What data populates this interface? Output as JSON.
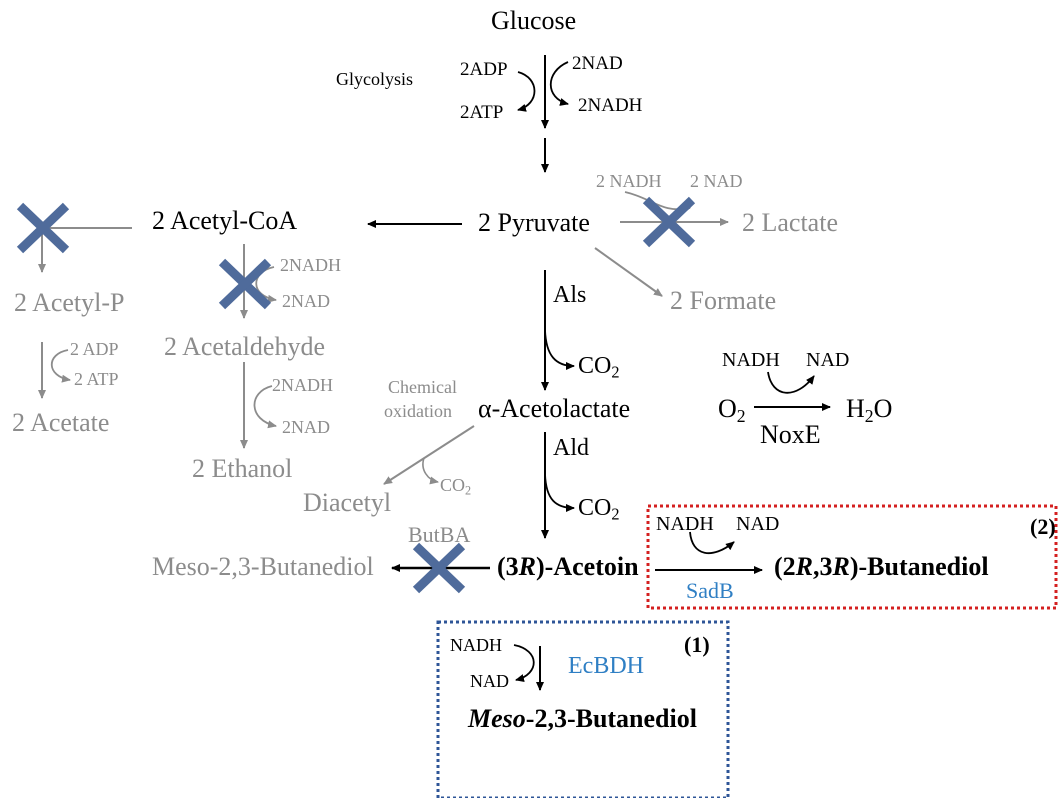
{
  "labels": {
    "glucose": "Glucose",
    "glycolysis": "Glycolysis",
    "adp2": "2ADP",
    "atp2": "2ATP",
    "nad_top": "2NAD",
    "nadh_top": "2NADH",
    "pyruvate": "2 Pyruvate",
    "acetyl_coa": "2 Acetyl-CoA",
    "lactate": "2 Lactate",
    "ldh_nadh": "2 NADH",
    "ldh_nad": "2 NAD",
    "formate": "2 Formate",
    "als": "Als",
    "co2": "CO",
    "co2_sub": "2",
    "acetolactate": "α-Acetolactate",
    "ald": "Ald",
    "acetyl_p": "2 Acetyl-P",
    "acetate_adp": "2 ADP",
    "acetate_atp": "2 ATP",
    "acetate": "2 Acetate",
    "acetaldehyde": "2 Acetaldehyde",
    "adh1_nadh": "2NADH",
    "adh1_nad": "2NAD",
    "adh2_nadh": "2NADH",
    "adh2_nad": "2NAD",
    "ethanol": "2 Ethanol",
    "chem_ox_1": "Chemical",
    "chem_ox_2": "oxidation",
    "diacetyl": "Diacetyl",
    "butba": "ButBA",
    "meso_left": "Meso-2,3-Butanediol",
    "acetoin_a": "(3",
    "acetoin_r": "R",
    "acetoin_b": ")-Acetoin",
    "noxe_nadh": "NADH",
    "noxe_nad": "NAD",
    "o2": "O",
    "o2_sub": "2",
    "h2o_h": "H",
    "h2o_sub": "2",
    "h2o_o": "O",
    "noxe": "NoxE",
    "sadb_nadh": "NADH",
    "sadb_nad": "NAD",
    "sadb": "SadB",
    "rr_a": "(2",
    "rr_r1": "R",
    "rr_b": ",3",
    "rr_r2": "R",
    "rr_c": ")-Butanediol",
    "box2": "(2)",
    "box1": "(1)",
    "ecbdh_nadh": "NADH",
    "ecbdh_nad": "NAD",
    "ecbdh": "EcBDH",
    "meso_it": "Meso",
    "meso_rest": "-2,3-Butanediol"
  },
  "colors": {
    "main": "#000000",
    "inactive": "#8c8c8c",
    "enzyme": "#2f7fc4",
    "knockout": "#4f6b9b",
    "box_red": "#d42020",
    "box_blue": "#2e5597"
  }
}
